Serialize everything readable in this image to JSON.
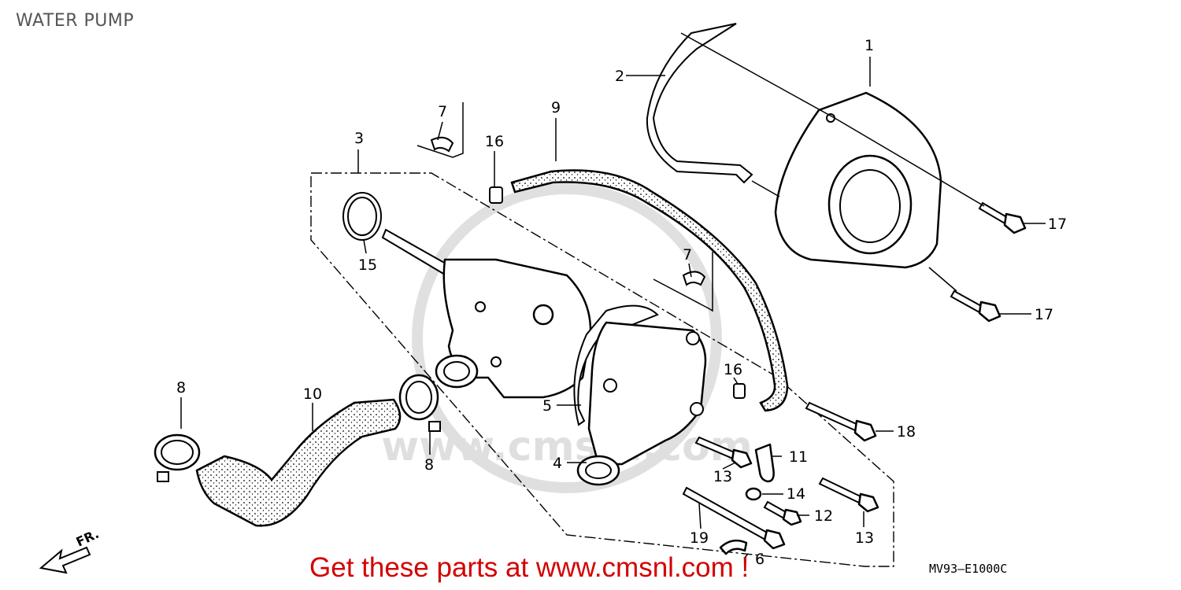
{
  "title": "WATER PUMP",
  "diagram_code": "MV93–E1000C",
  "promo_text": "Get these parts at www.cmsnl.com !",
  "direction_label": "FR.",
  "watermark_text": "www.cmsnl.com",
  "callouts": {
    "p1": "1",
    "p2": "2",
    "p3": "3",
    "p4": "4",
    "p5": "5",
    "p6": "6",
    "p7a": "7",
    "p7b": "7",
    "p8a": "8",
    "p8b": "8",
    "p9": "9",
    "p10": "10",
    "p11": "11",
    "p12": "12",
    "p13a": "13",
    "p13b": "13",
    "p14": "14",
    "p15": "15",
    "p16a": "16",
    "p16b": "16",
    "p17a": "17",
    "p17b": "17",
    "p18": "18",
    "p19": "19"
  }
}
